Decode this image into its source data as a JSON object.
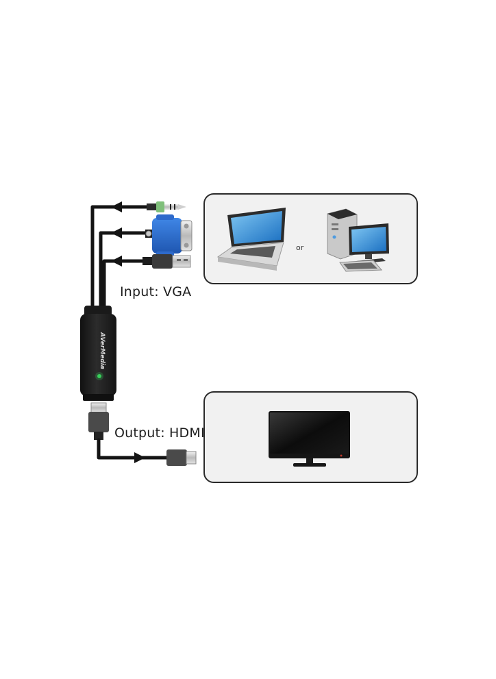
{
  "labels": {
    "input": "Input: VGA",
    "output": "Output: HDMI",
    "or": "or",
    "brand": "AVerMedia"
  },
  "diagram": {
    "input_connectors": [
      "audio-jack-3.5mm",
      "vga-connector",
      "usb-a-connector"
    ],
    "output_connector": "hdmi-connector",
    "source_devices": [
      "laptop",
      "desktop-computer"
    ],
    "target_device": "monitor"
  },
  "colors": {
    "cable": "#141414",
    "adapter_body": "#1f1f1f",
    "vga_blue": "#2f6fd0",
    "jack_green": "#7fbf7a",
    "status_led": "#39d15a",
    "panel_bg": "#f2f2f2",
    "panel_border": "#2a2a2a"
  }
}
